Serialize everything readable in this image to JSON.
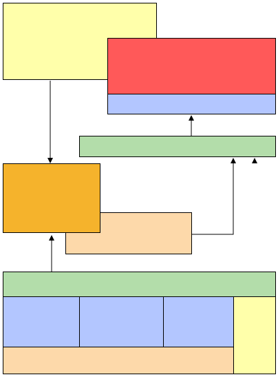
{
  "colors": {
    "yellow": "#ffffaa",
    "red": "#ff5959",
    "blue": "#b3c6ff",
    "green": "#b3ddaa",
    "orange": "#f5b32c",
    "peach": "#fdd9aa",
    "line": "#000000",
    "background": "#ffffff"
  },
  "blocks": [
    {
      "id": "yellow-top-block",
      "color": "yellow"
    },
    {
      "id": "red-block",
      "color": "red"
    },
    {
      "id": "blue-strip-top",
      "color": "blue"
    },
    {
      "id": "green-middle-bar",
      "color": "green"
    },
    {
      "id": "orange-block",
      "color": "orange"
    },
    {
      "id": "peach-middle-block",
      "color": "peach"
    },
    {
      "id": "green-bottom-bar",
      "color": "green"
    },
    {
      "id": "blue-cell-1",
      "color": "blue"
    },
    {
      "id": "blue-cell-2",
      "color": "blue"
    },
    {
      "id": "blue-cell-3",
      "color": "blue"
    },
    {
      "id": "yellow-bottom-column",
      "color": "yellow"
    },
    {
      "id": "peach-bottom-strip",
      "color": "peach"
    }
  ],
  "connectors": [
    {
      "id": "connector-yellow-to-orange",
      "from": "yellow-top-block",
      "to": "orange-block"
    },
    {
      "id": "connector-green-to-blue",
      "from": "green-middle-bar",
      "to": "blue-strip-top"
    },
    {
      "id": "connector-peach-to-green",
      "from": "peach-middle-block",
      "to": "green-middle-bar"
    },
    {
      "id": "connector-bottom-to-orange",
      "from": "green-bottom-bar",
      "to": "orange-block"
    },
    {
      "id": "arrowhead-standalone",
      "from": "",
      "to": "green-middle-bar"
    }
  ]
}
